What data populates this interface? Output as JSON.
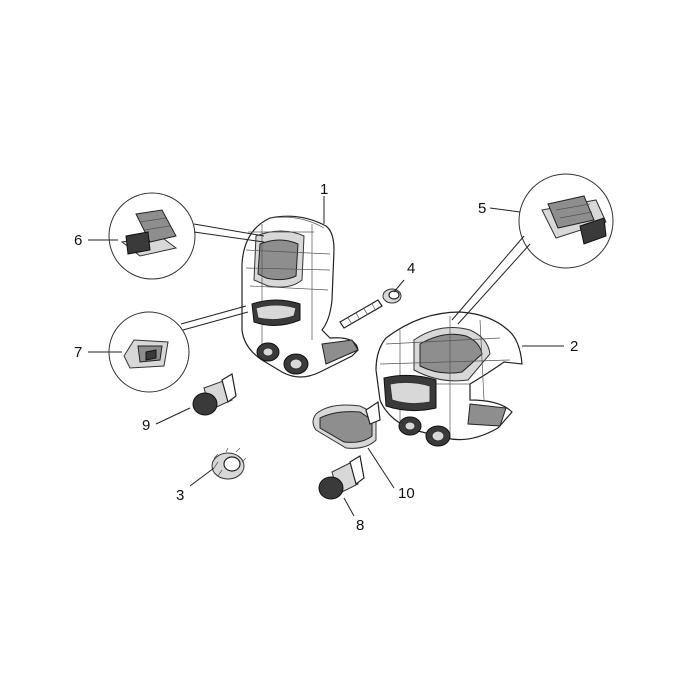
{
  "callouts": [
    {
      "id": "1",
      "text": "1",
      "part": "left switch housing"
    },
    {
      "id": "2",
      "text": "2",
      "part": "right switch housing"
    },
    {
      "id": "3",
      "text": "3",
      "part": "knurled nut"
    },
    {
      "id": "4",
      "text": "4",
      "part": "screw"
    },
    {
      "id": "5",
      "text": "5",
      "part": "switch button"
    },
    {
      "id": "6",
      "text": "6",
      "part": "switch button"
    },
    {
      "id": "7",
      "text": "7",
      "part": "rocker button"
    },
    {
      "id": "8",
      "text": "8",
      "part": "push button"
    },
    {
      "id": "9",
      "text": "9",
      "part": "push button"
    },
    {
      "id": "10",
      "text": "10",
      "part": "cover"
    }
  ]
}
